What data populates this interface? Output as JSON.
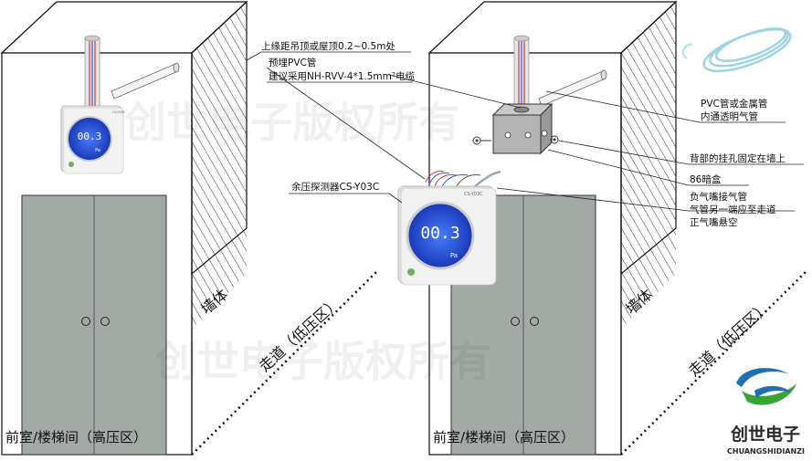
{
  "labels": {
    "mount_height": "上缘距吊顶或屋顶0.2~0.5m处",
    "pvc_embed": "预埋PVC管",
    "cable": "建议采用NH-RVV-4*1.5mm²电缆",
    "detector": "余压探测器CS-Y03C",
    "pvc_tube": "PVC管或金属管",
    "pvc_tube2": "内通透明气管",
    "hang_hole": "背部的挂孔固定在墙上",
    "box86": "86暗盒",
    "neg_nozzle": "负气嘴接气管",
    "tube_route": "气管另一端应至走道",
    "pos_nozzle": "正气嘴悬空",
    "wall_left": "墙体",
    "wall_right": "墙体",
    "corridor_left": "走道（低压区）",
    "corridor_right": "走道（低压区）",
    "front_room_left": "前室/楼梯间（高压区）",
    "front_room_right": "前室/楼梯间（高压区）"
  },
  "device": {
    "reading_small": "00.3",
    "reading_large": "00.3",
    "unit": "Pa",
    "model_tag": "CS-Y03C"
  },
  "watermark": "创世电子版权所有",
  "logo": {
    "name": "创世电子",
    "pinyin": "CHUANGSHIDIANZI"
  },
  "colors": {
    "door": "#a3aaa6",
    "screen": "#1a3fd6",
    "logo_blue": "#1e6fb5",
    "logo_green": "#3aa335"
  }
}
